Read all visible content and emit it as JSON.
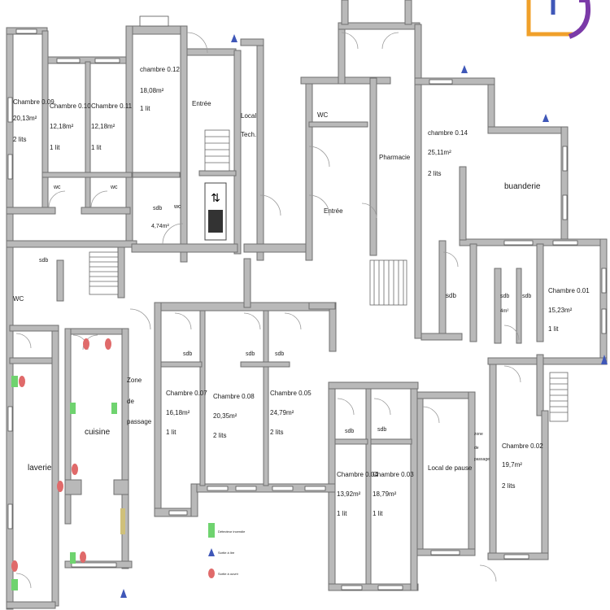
{
  "rooms": {
    "ch009": {
      "name": "Chambre 0.09",
      "area": "20,13m²",
      "beds": "2 lits"
    },
    "ch010": {
      "name": "Chambre 0.10",
      "area": "12,18m²",
      "beds": "1 lit"
    },
    "ch011": {
      "name": "Chambre 0.11",
      "area": "12,18m²",
      "beds": "1 lit"
    },
    "ch012": {
      "name": "chambre 0.12",
      "area": "18,08m²",
      "beds": "1 lit"
    },
    "ch014": {
      "name": "chambre 0.14",
      "area": "25,11m²",
      "beds": "2 lits"
    },
    "ch001": {
      "name": "Chambre 0.01",
      "area": "15,23m²",
      "beds": "1 lit"
    },
    "ch007": {
      "name": "Chambre 0.07",
      "area": "16,18m²",
      "beds": "1 lit"
    },
    "ch008": {
      "name": "Chambre 0.08",
      "area": "20,35m²",
      "beds": "2 lits"
    },
    "ch005": {
      "name": "Chambre 0.05",
      "area": "24,79m²",
      "beds": "2 lits"
    },
    "ch004": {
      "name": "Chambre 0.04",
      "area": "13,92m²",
      "beds": "1 lit"
    },
    "ch003": {
      "name": "Chambre 0.03",
      "area": "18,79m²",
      "beds": "1 lit"
    },
    "ch002": {
      "name": "Chambre 0.02",
      "area": "19,7m²",
      "beds": "2 lits"
    }
  },
  "labels": {
    "entree1": "Entrée",
    "entree2": "Entrée",
    "local_tech_1": "Local",
    "local_tech_2": "Tech.",
    "wc": "WC",
    "wc_small": "wc",
    "pharmacie": "Pharmacie",
    "buanderie": "buanderie",
    "sdb": "sdb",
    "sdb_area": "4,74m²",
    "sdb_small_area": "4m²",
    "laverie": "laverie",
    "cuisine": "cuisine",
    "zone_passage_1": "Zone",
    "zone_passage_2": "de",
    "zone_passage_3": "passage",
    "zone_passage_small_1": "zone",
    "zone_passage_small_2": "de",
    "zone_passage_small_3": "passage",
    "local_pause": "Local de pause"
  },
  "legend": {
    "item1": "Détecteur incendie",
    "item2": "Sortie à lire",
    "item3": "Sortie à ouvrir"
  },
  "colors": {
    "detector": "#6fd36f",
    "exit_triangle": "#3f57b8",
    "fire_dot": "#e06a6a",
    "logo_orange": "#f0a02a",
    "logo_purple": "#7b3aa8"
  }
}
